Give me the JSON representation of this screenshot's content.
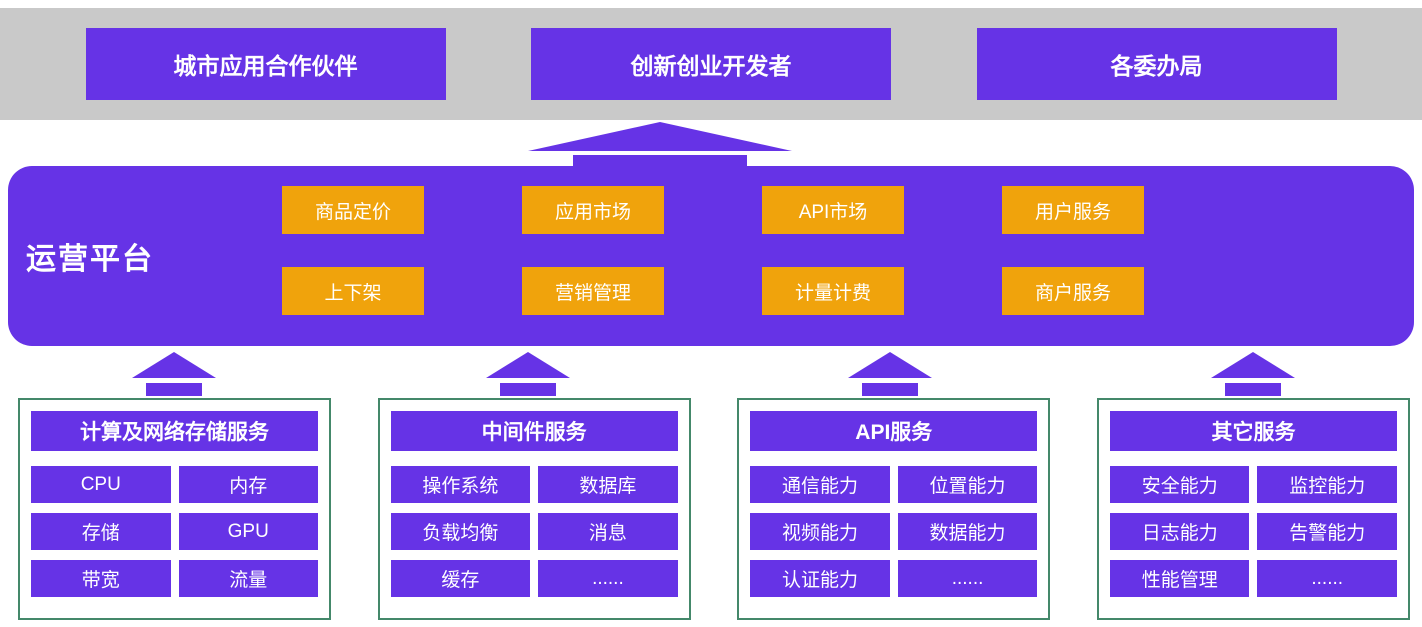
{
  "colors": {
    "purple": "#6633E6",
    "orange": "#F0A30C",
    "gray_band": "#C9C9C9",
    "section_border": "#44886A"
  },
  "top_band": {
    "items": [
      "城市应用合作伙伴",
      "创新创业开发者",
      "各委办局"
    ]
  },
  "platform": {
    "title": "运营平台",
    "row1": [
      "商品定价",
      "应用市场",
      "API市场",
      "用户服务"
    ],
    "row2": [
      "上下架",
      "营销管理",
      "计量计费",
      "商户服务"
    ]
  },
  "bottom_sections": [
    {
      "title": "计算及网络存储服务",
      "cells": [
        "CPU",
        "内存",
        "存储",
        "GPU",
        "带宽",
        "流量"
      ]
    },
    {
      "title": "中间件服务",
      "cells": [
        "操作系统",
        "数据库",
        "负载均衡",
        "消息",
        "缓存",
        "......"
      ]
    },
    {
      "title": "API服务",
      "cells": [
        "通信能力",
        "位置能力",
        "视频能力",
        "数据能力",
        "认证能力",
        "......"
      ]
    },
    {
      "title": "其它服务",
      "cells": [
        "安全能力",
        "监控能力",
        "日志能力",
        "告警能力",
        "性能管理",
        "......"
      ]
    }
  ]
}
